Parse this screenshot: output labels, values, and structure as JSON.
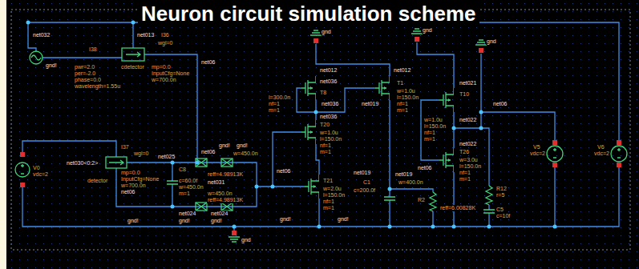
{
  "diagram": {
    "title": "Neuron circuit simulation scheme",
    "labels": [
      "net032",
      "gnd!",
      "I38",
      "pwr=2.0",
      "per=-2.0",
      "phase=0.0",
      "wavelength=1.55u",
      "net013",
      "I36",
      "wgl=0",
      "net06",
      "cdetector",
      "mp=0.0",
      "InputCfg=None",
      "w=700.0n",
      "V0",
      "vdc=2",
      "I37",
      "wgl=0",
      "net030<0:2>",
      "mp=0.0",
      "InputCfg=None",
      "w=700.0n",
      "detector",
      "net06",
      "C8",
      "c=60.0f",
      "w=450.0n",
      "m=1",
      "net06",
      "net025",
      "net031",
      "net024",
      "net024",
      "gnd!",
      "gnd!",
      "w=450.0n",
      "reff=4.98913K",
      "w=450.0n",
      "reff=4.98913K",
      "net06",
      "T21",
      "w=2.0u",
      "l=150.0n",
      "nf=1",
      "m=1",
      "gnd",
      "gnd",
      "gnd",
      "T8",
      "net012",
      "net036",
      "l=300.0n",
      "nf=1",
      "m=1",
      "net036",
      "T1",
      "net012",
      "net019",
      "w=1.0u",
      "l=150.0n",
      "nf=1",
      "m=1",
      "T10",
      "net021",
      "net06",
      "net022",
      "w=1.0u",
      "l=150.0n",
      "nf=1",
      "m=1",
      "T20",
      "net036",
      "w=1.0u",
      "l=150.0n",
      "nf=1",
      "m=1",
      "T26",
      "net022",
      "net06",
      "w=3.0u",
      "l=150.0n",
      "nf=1",
      "m=1",
      "R12",
      "r=5",
      "C5",
      "c=10f",
      "V5",
      "vdc=2",
      "V6",
      "vdc=2",
      "C1",
      "c=200.0f",
      "net019",
      "net019",
      "R2",
      "w=400.0n",
      "reff=6.00828K",
      "gnd!",
      "gnd!",
      "gnd!",
      "gnd!",
      "gnd!",
      "gnd"
    ]
  }
}
